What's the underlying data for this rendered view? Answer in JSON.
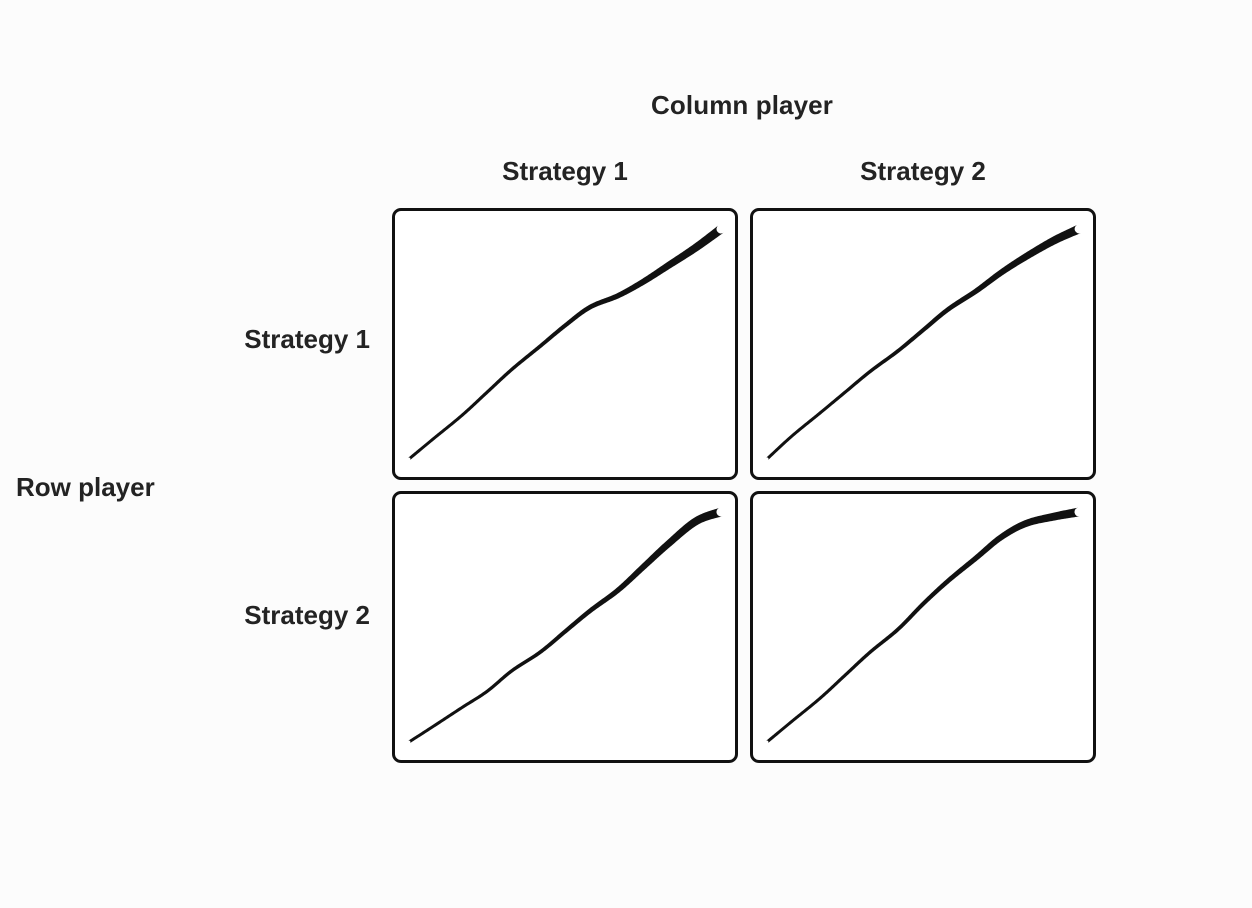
{
  "figure": {
    "column_super_title": "Column player",
    "row_super_title": "Row player",
    "column_headers": [
      "Strategy 1",
      "Strategy 2"
    ],
    "row_headers": [
      "Strategy 1",
      "Strategy 2"
    ],
    "line_color": "#111111",
    "panel_border_color": "#111111",
    "panel_background": "#ffffff",
    "page_background": "#fcfcfc",
    "text_color": "#232323"
  },
  "chart_data": {
    "type": "line",
    "title": "",
    "layout": "2x2 small-multiples matrix",
    "row_label": "Row player",
    "column_label": "Column player",
    "row_categories": [
      "Strategy 1",
      "Strategy 2"
    ],
    "column_categories": [
      "Strategy 1",
      "Strategy 2"
    ],
    "xlabel": "",
    "ylabel": "",
    "grid": false,
    "legend": "none",
    "axis_ticks": "none",
    "xlim": [
      0,
      1
    ],
    "ylim": [
      0,
      1
    ],
    "panels": [
      {
        "row": "Strategy 1",
        "column": "Strategy 1",
        "shape": "gentle sigmoid, monotone increasing, thickening toward upper right",
        "x": [
          0.0,
          0.08,
          0.17,
          0.25,
          0.33,
          0.42,
          0.5,
          0.58,
          0.67,
          0.75,
          0.83,
          0.92,
          1.0
        ],
        "y": [
          0.0,
          0.09,
          0.19,
          0.29,
          0.39,
          0.49,
          0.58,
          0.66,
          0.71,
          0.77,
          0.84,
          0.92,
          1.0
        ],
        "line_width_start": 3,
        "line_width_end": 9
      },
      {
        "row": "Strategy 1",
        "column": "Strategy 2",
        "shape": "near linear, monotone increasing, slight bend near top",
        "x": [
          0.0,
          0.08,
          0.17,
          0.25,
          0.33,
          0.42,
          0.5,
          0.58,
          0.67,
          0.75,
          0.83,
          0.92,
          1.0
        ],
        "y": [
          0.0,
          0.1,
          0.2,
          0.29,
          0.38,
          0.47,
          0.56,
          0.65,
          0.73,
          0.81,
          0.88,
          0.95,
          1.0
        ],
        "line_width_start": 3,
        "line_width_end": 9
      },
      {
        "row": "Strategy 2",
        "column": "Strategy 1",
        "shape": "convex accelerating, monotone increasing, sharp hook at top right",
        "x": [
          0.0,
          0.08,
          0.17,
          0.25,
          0.33,
          0.42,
          0.5,
          0.58,
          0.67,
          0.75,
          0.83,
          0.92,
          1.0
        ],
        "y": [
          0.0,
          0.07,
          0.15,
          0.22,
          0.31,
          0.39,
          0.48,
          0.57,
          0.66,
          0.76,
          0.86,
          0.96,
          1.0
        ],
        "line_width_start": 3,
        "line_width_end": 9
      },
      {
        "row": "Strategy 2",
        "column": "Strategy 2",
        "shape": "concave decelerating, monotone increasing, flattens toward top right",
        "x": [
          0.0,
          0.08,
          0.17,
          0.25,
          0.33,
          0.42,
          0.5,
          0.58,
          0.67,
          0.75,
          0.83,
          0.92,
          1.0
        ],
        "y": [
          0.0,
          0.09,
          0.19,
          0.29,
          0.39,
          0.49,
          0.6,
          0.7,
          0.8,
          0.89,
          0.95,
          0.98,
          1.0
        ],
        "line_width_start": 3,
        "line_width_end": 9
      }
    ]
  }
}
